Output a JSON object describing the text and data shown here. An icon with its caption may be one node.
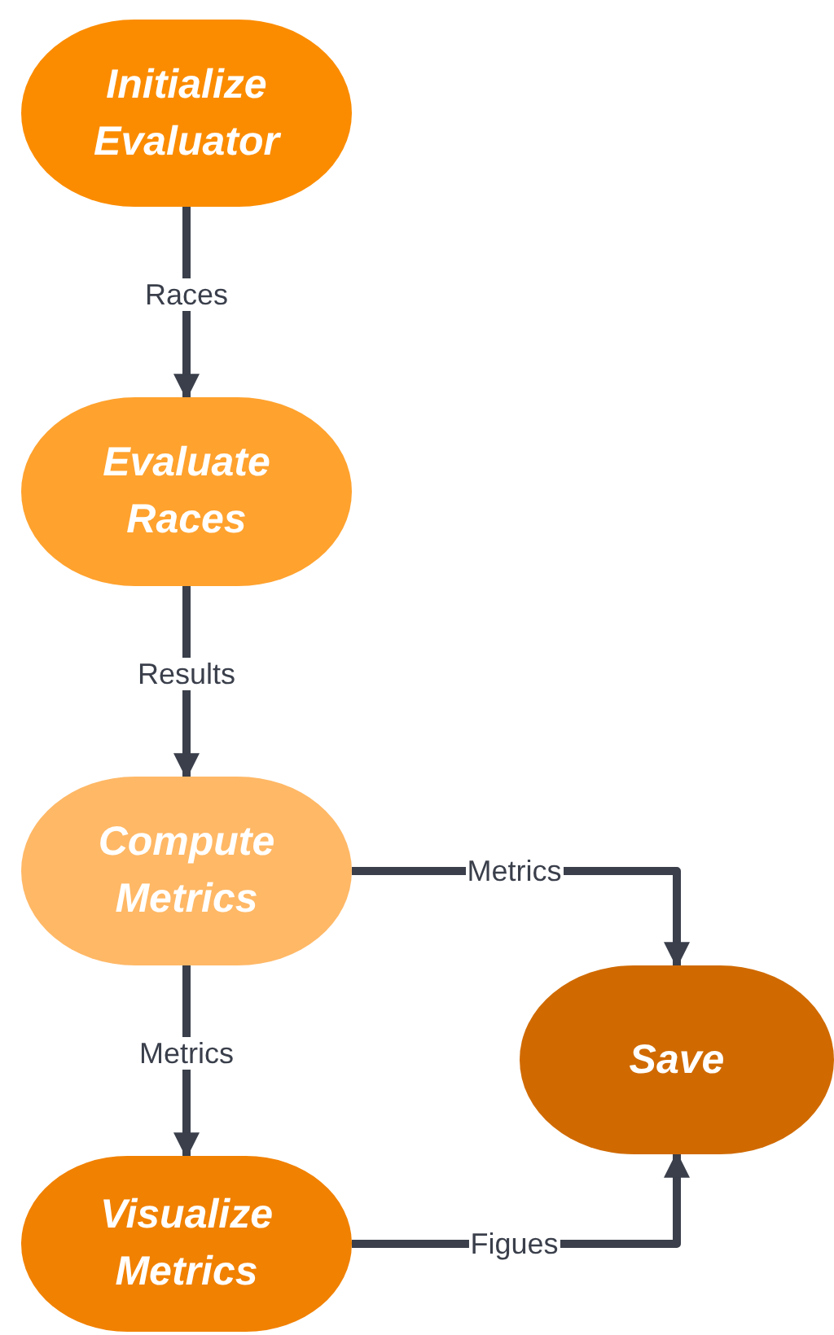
{
  "diagram": {
    "nodes": [
      {
        "text": [
          "Initialize Evaluator"
        ]
      },
      {
        "text": [
          "Evaluate Races"
        ]
      },
      {
        "text": [
          "Compute Metrics"
        ]
      },
      {
        "text": [
          "Save"
        ]
      },
      {
        "text": [
          "Visualize Metrics"
        ]
      }
    ],
    "edges": [
      {
        "from": 0,
        "to": 1,
        "arrow": "to",
        "label": "Races"
      },
      {
        "from": 1,
        "to": 2,
        "arrow": "to",
        "label": "Results"
      },
      {
        "from": 2,
        "to": 3,
        "arrow": "to",
        "label": "Metrics"
      },
      {
        "from": 2,
        "to": 4,
        "arrow": "to",
        "label": "Metrics"
      },
      {
        "from": 4,
        "to": 3,
        "arrow": "to",
        "label": "Figues"
      }
    ]
  }
}
